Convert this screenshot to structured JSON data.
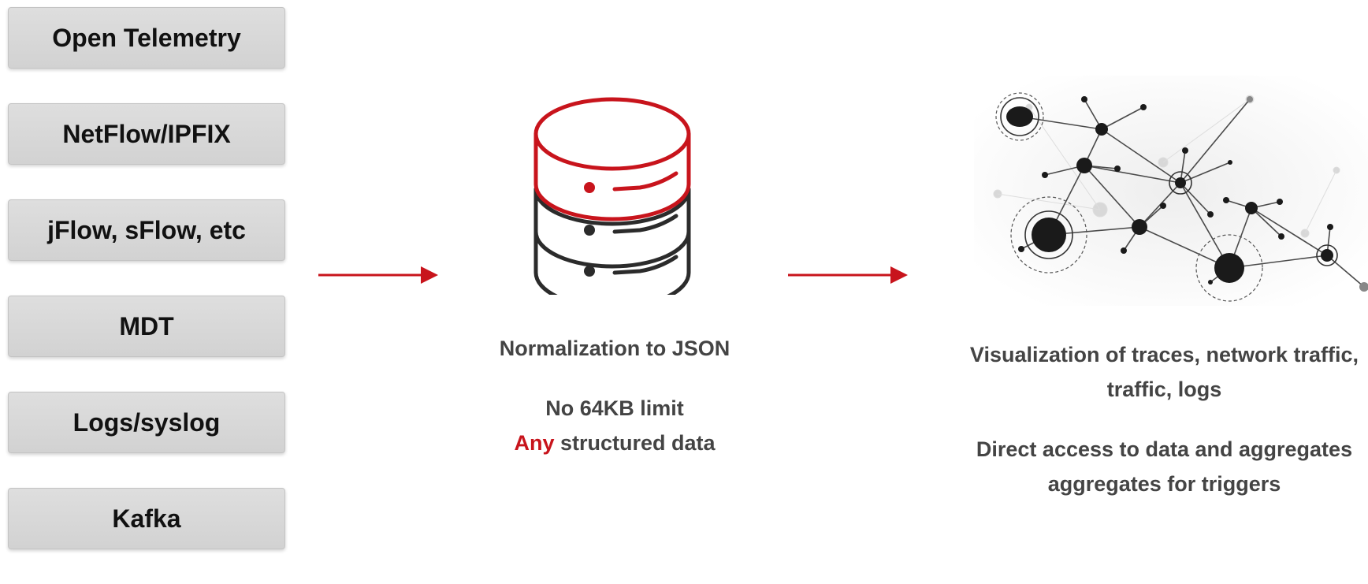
{
  "sources": [
    {
      "label": "Open Telemetry"
    },
    {
      "label": "NetFlow/IPFIX"
    },
    {
      "label": "jFlow, sFlow, etc"
    },
    {
      "label": "MDT"
    },
    {
      "label": "Logs/syslog"
    },
    {
      "label": "Kafka"
    }
  ],
  "middle": {
    "title": "Normalization to JSON",
    "line1": "No 64KB limit",
    "line2_accent": "Any",
    "line2_rest": " structured data"
  },
  "right": {
    "line1": "Visualization of traces, network traffic,",
    "line2": "traffic, logs",
    "line3": "Direct access to data and aggregates",
    "line4": "aggregates for triggers"
  },
  "colors": {
    "accent": "#c8141c",
    "dark": "#2b2b2b",
    "box": "#d6d6d6",
    "caption": "#444444"
  },
  "icons": [
    "database-icon",
    "network-graph-icon",
    "arrow-right-icon"
  ]
}
